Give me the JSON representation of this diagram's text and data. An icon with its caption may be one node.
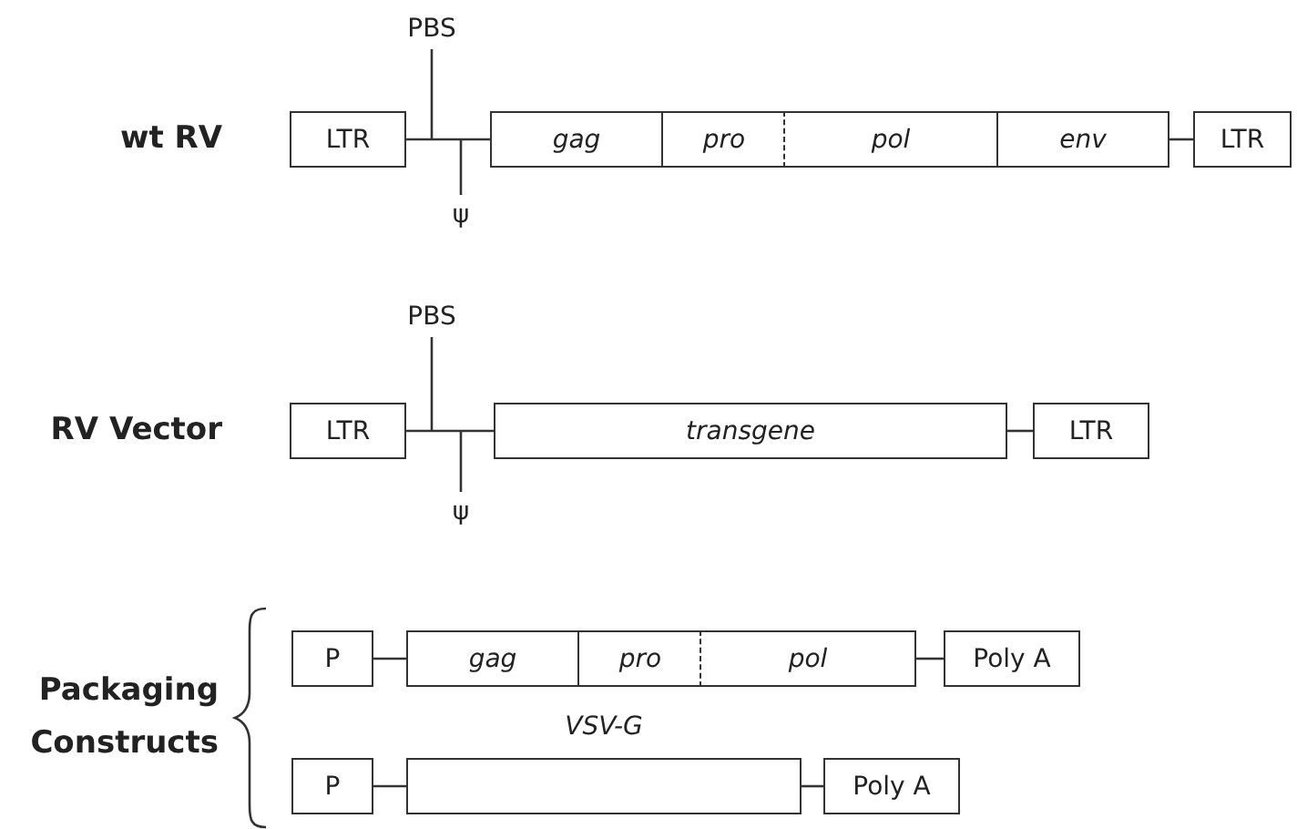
{
  "diagram": {
    "nodes": [
      {
        "text": [
          "LTR"
        ]
      },
      {
        "text": [
          "gag"
        ]
      },
      {
        "text": [
          "pro"
        ]
      },
      {
        "text": [
          "pol"
        ]
      },
      {
        "text": [
          "env"
        ]
      },
      {
        "text": [
          "LTR"
        ]
      },
      {
        "text": [
          "PBS"
        ]
      },
      {
        "text": [
          "ψ"
        ]
      },
      {
        "text": [
          "LTR"
        ]
      },
      {
        "text": [
          "transgene"
        ]
      },
      {
        "text": [
          "LTR"
        ]
      },
      {
        "text": [
          "PBS"
        ]
      },
      {
        "text": [
          "ψ"
        ]
      },
      {
        "text": [
          "P"
        ]
      },
      {
        "text": [
          "gag"
        ]
      },
      {
        "text": [
          "pro"
        ]
      },
      {
        "text": [
          "pol"
        ]
      },
      {
        "text": [
          "Poly A"
        ]
      },
      {
        "text": [
          "P"
        ]
      },
      {
        "text": [
          "VSV-G"
        ]
      },
      {
        "text": [
          "Poly A"
        ]
      }
    ],
    "edges": [
      {
        "from": 0,
        "to": 1,
        "arrow": "none"
      },
      {
        "from": 4,
        "to": 5,
        "arrow": "none"
      },
      {
        "from": 6,
        "to": null,
        "arrow": "none"
      },
      {
        "from": 7,
        "to": null,
        "arrow": "none"
      },
      {
        "from": 8,
        "to": 9,
        "arrow": "none"
      },
      {
        "from": 9,
        "to": 10,
        "arrow": "none"
      },
      {
        "from": 11,
        "to": null,
        "arrow": "none"
      },
      {
        "from": 12,
        "to": null,
        "arrow": "none"
      },
      {
        "from": 13,
        "to": 14,
        "arrow": "none"
      },
      {
        "from": 16,
        "to": 17,
        "arrow": "none"
      },
      {
        "from": 18,
        "to": 19,
        "arrow": "none"
      },
      {
        "from": 19,
        "to": 20,
        "arrow": "none"
      }
    ],
    "labels": [
      "wt RV",
      "RV Vector",
      "Packaging Constructs"
    ]
  }
}
